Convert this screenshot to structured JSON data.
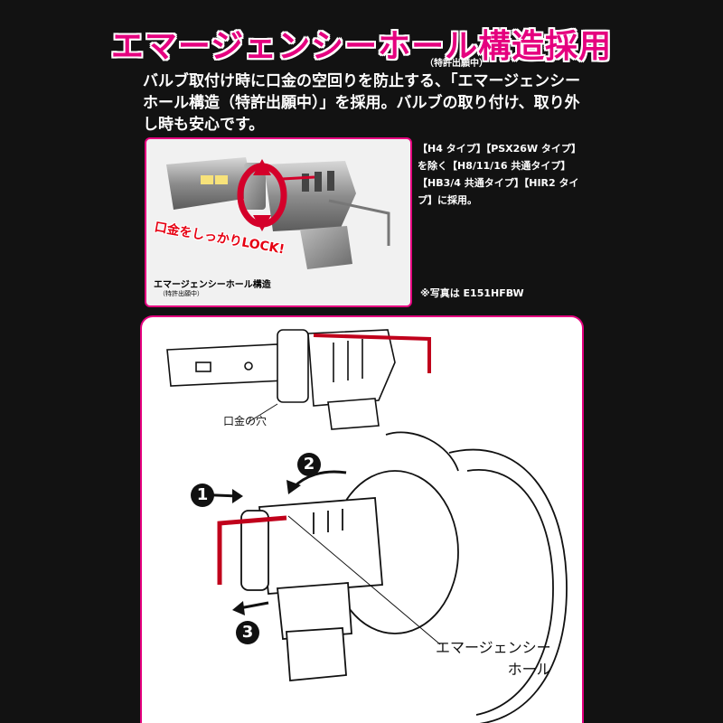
{
  "heading": {
    "title": "エマージェンシーホール構造採用",
    "patent_tag": "（特許出願中）"
  },
  "intro": {
    "text": "バルブ取付け時に口金の空回りを防止する、「エマージェンシーホール構造（特許出願中）」を採用。バルブの取り付け、取り外し時も安心です。"
  },
  "photo": {
    "lock_label": "口金をしっかりLOCK!",
    "caption": "エマージェンシーホール構造",
    "caption_sub": "（特許出願中）",
    "credit": "※写真は E151HFBW"
  },
  "side_note": {
    "text": "【H4 タイプ】【PSX26W タイプ】を除く【H8/11/16 共通タイプ】【HB3/4 共通タイプ】【HIR2 タイプ】に採用。"
  },
  "diagram": {
    "hole_label": "口金の穴",
    "emergency_line1": "エマージェンシー",
    "emergency_line2": "ホール",
    "steps": [
      "1",
      "2",
      "3"
    ]
  },
  "colors": {
    "accent": "#e5007f",
    "arrow_red": "#c0001b",
    "background": "#121212"
  }
}
